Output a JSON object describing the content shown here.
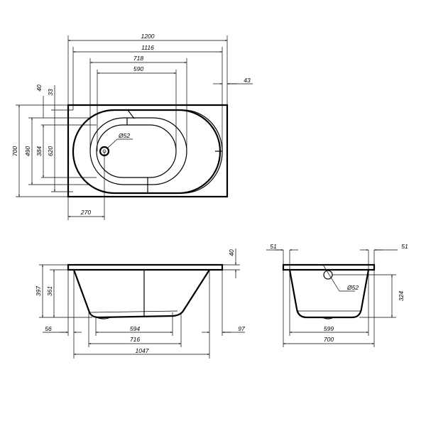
{
  "top_view": {
    "dims": {
      "length": "1200",
      "inner_length": "1116",
      "middle_oval_length": "718",
      "inner_oval_length": "590",
      "rim_right": "43",
      "width": "700",
      "middle_oval_width": "490",
      "inner_oval_width": "384",
      "outer_oval_width": "620",
      "rim_top": "40",
      "oval_top": "33",
      "drain_offset": "270",
      "drain_diameter": "Ø52"
    }
  },
  "side_view": {
    "dims": {
      "height": "397",
      "depth": "361",
      "rim": "40",
      "left_offset": "56",
      "right_offset": "97",
      "bottom_length": "594",
      "bottom_outer_length": "716",
      "top_length": "1047"
    }
  },
  "end_view": {
    "dims": {
      "left_rim": "51",
      "right_rim": "51",
      "overflow_diameter": "Ø52",
      "overflow_height": "324",
      "inner_width": "599",
      "width": "700"
    }
  }
}
